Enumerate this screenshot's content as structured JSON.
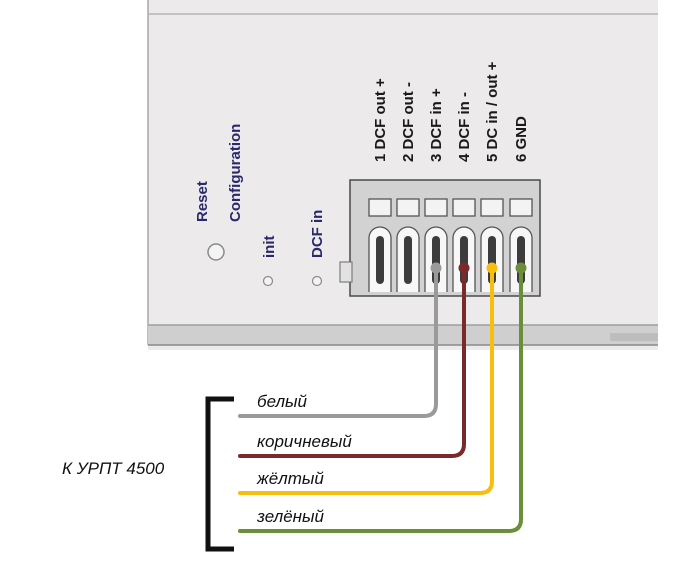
{
  "device": {
    "labels": {
      "reset": "Reset",
      "configuration": "Configuration",
      "init": "init",
      "dcf_in": "DCF in"
    }
  },
  "terminal_block": {
    "pins": [
      {
        "label": "1  DCF out +"
      },
      {
        "label": "2  DCF out -"
      },
      {
        "label": "3  DCF in +"
      },
      {
        "label": "4  DCF in -"
      },
      {
        "label": "5  DC in / out +"
      },
      {
        "label": "6  GND"
      }
    ]
  },
  "wires": [
    {
      "name": "белый",
      "pin": 3,
      "color": "#9a9a9a"
    },
    {
      "name": "коричневый",
      "pin": 4,
      "color": "#7a2a2a"
    },
    {
      "name": "жёлтый",
      "pin": 5,
      "color": "#f7bd0f"
    },
    {
      "name": "зелёный",
      "pin": 6,
      "color": "#6b8e3a"
    }
  ],
  "destination": {
    "label": "К УРПТ 4500"
  },
  "colors": {
    "housing": "#ececec",
    "housing_edge": "#9a9a9a",
    "device_text": "#2a2a6a"
  }
}
